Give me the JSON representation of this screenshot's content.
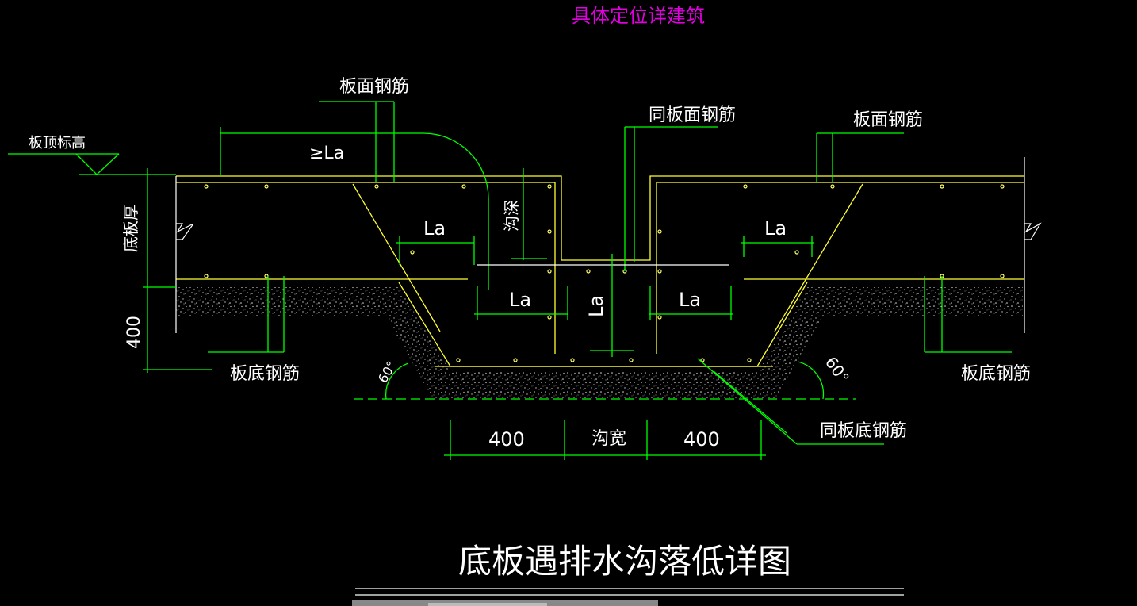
{
  "header_note": "具体定位详建筑",
  "labels": {
    "slab_top_elevation": "板顶标高",
    "slab_top_rebar_left": "板面钢筋",
    "slab_top_rebar_right": "板面钢筋",
    "same_as_top_rebar": "同板面钢筋",
    "ge_la": "≥La",
    "la_upper_left": "La",
    "la_upper_right": "La",
    "la_mid_left": "La",
    "la_mid_right": "La",
    "la_vertical": "La",
    "trench_depth": "沟深",
    "slab_thickness": "底板厚",
    "dim_400_left": "400",
    "slab_bottom_rebar_left": "板底钢筋",
    "slab_bottom_rebar_right": "板底钢筋",
    "angle_left": "60°",
    "angle_right": "60°",
    "dim_400_bottom_left": "400",
    "trench_width": "沟宽",
    "dim_400_bottom_right": "400",
    "same_as_bottom_rebar": "同板底钢筋"
  },
  "title": "底板遇排水沟落低详图",
  "colors": {
    "background": "#000000",
    "dimension_lines": "#00ff00",
    "concrete_outline": "#ffff33",
    "text": "#ffffff",
    "note_text": "#e000e0"
  }
}
